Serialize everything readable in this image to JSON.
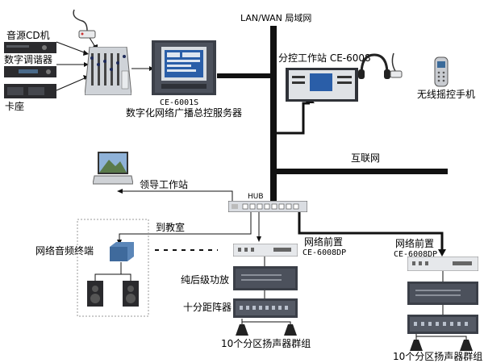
{
  "labels": {
    "cd_player": "音源CD机",
    "tuner": "数字调谐器",
    "cassette": "卡座",
    "server_model": "CE-6001S",
    "server_name": "数字化网络广播总控服务器",
    "lan_wan": "LAN/WAN 局域网",
    "sub_station": "分控工作站 CE-6008",
    "wireless_remote": "无线摇控手机",
    "internet": "互联网",
    "leader_ws": "领导工作站",
    "hub": "HUB",
    "to_classroom": "到教室",
    "net_audio_terminal": "网络音频终端",
    "front_center_1": "网络前置",
    "front_center_model_1": "CE-6008DP",
    "post_amp": "纯后级功放",
    "zone_matrix": "十分距阵器",
    "speaker_group_1": "10个分区扬声器群组",
    "front_center_2": "网络前置",
    "front_center_model_2": "CE-6008DP",
    "speaker_group_2": "10个分区扬声器群组"
  },
  "colors": {
    "line": "#111111",
    "rack": "#3b3f48",
    "panel": "#dfe2e6",
    "screen": "#2a5ea8"
  }
}
